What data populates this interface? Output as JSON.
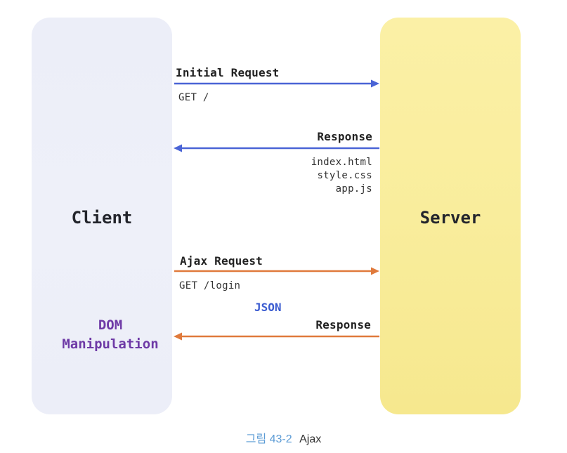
{
  "client": {
    "label": "Client"
  },
  "server": {
    "label": "Server"
  },
  "messages": {
    "initial_request": {
      "label": "Initial Request",
      "detail": "GET /"
    },
    "initial_response": {
      "label": "Response",
      "files": [
        "index.html",
        "style.css",
        "app.js"
      ]
    },
    "ajax_request": {
      "label": "Ajax Request",
      "detail": "GET /login"
    },
    "ajax_response": {
      "label": "Response",
      "payload": "JSON"
    }
  },
  "dom_manipulation": {
    "line1": "DOM",
    "line2": "Manipulation"
  },
  "caption": {
    "figure_number": "그림 43-2",
    "title": "Ajax"
  },
  "colors": {
    "page_arrow": "#4a64d6",
    "ajax_arrow": "#e07a3c",
    "client_panel": "#eceef8",
    "server_panel": "#f9ed9c",
    "json": "#3a5bd0",
    "dom": "#6e3aa6"
  }
}
